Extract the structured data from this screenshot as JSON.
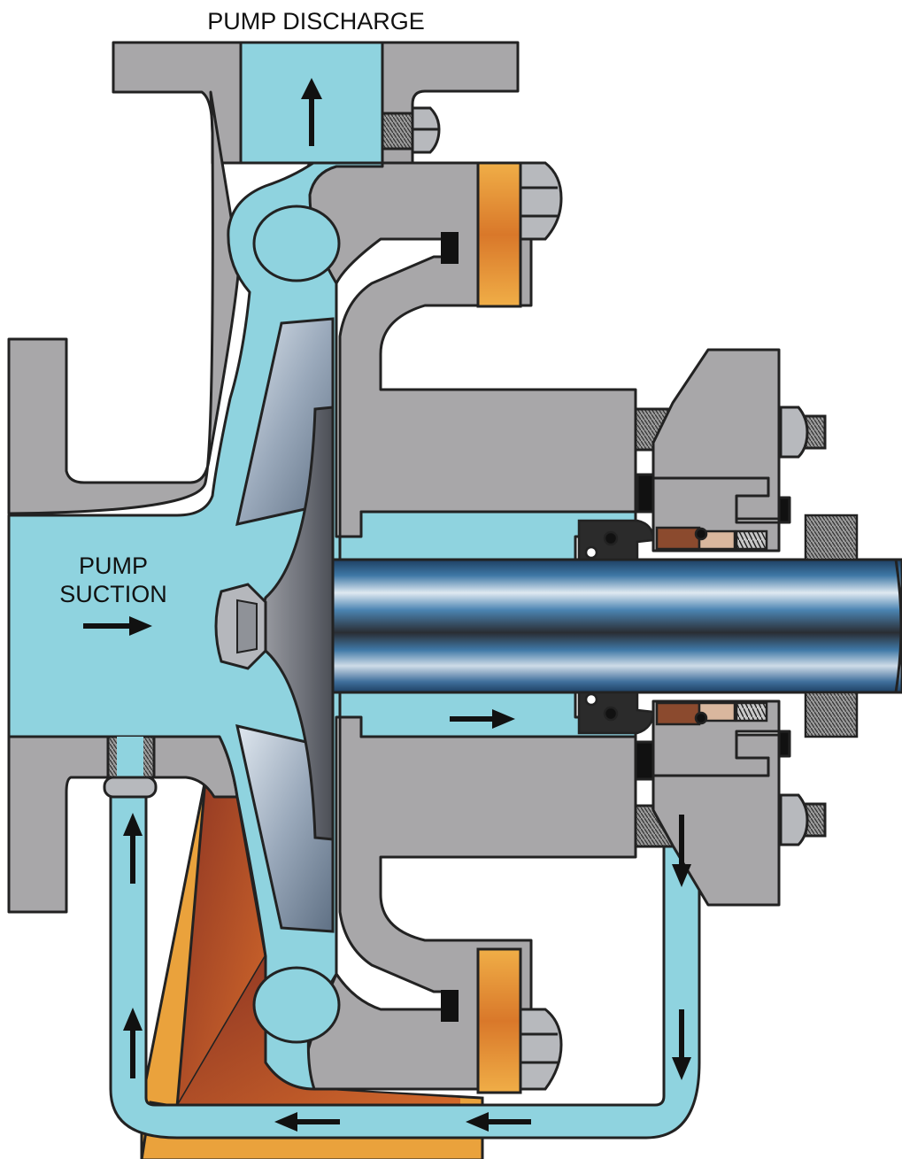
{
  "labels": {
    "discharge": "PUMP DISCHARGE",
    "suction_line1": "PUMP",
    "suction_line2": "SUCTION"
  },
  "colors": {
    "casing": "#a8a7a9",
    "casing_dark": "#58585a",
    "fluid": "#8fd3df",
    "bracket_orange": "#eaa23c",
    "bracket_rust": "#b8552b",
    "shaft_blue": "#2f5d86",
    "impeller_blade": "#a9b7c6",
    "arrow": "#111111"
  },
  "icons": {
    "flow_arrows": "arrow-icon",
    "bolts": "hex-bolt-icon"
  }
}
